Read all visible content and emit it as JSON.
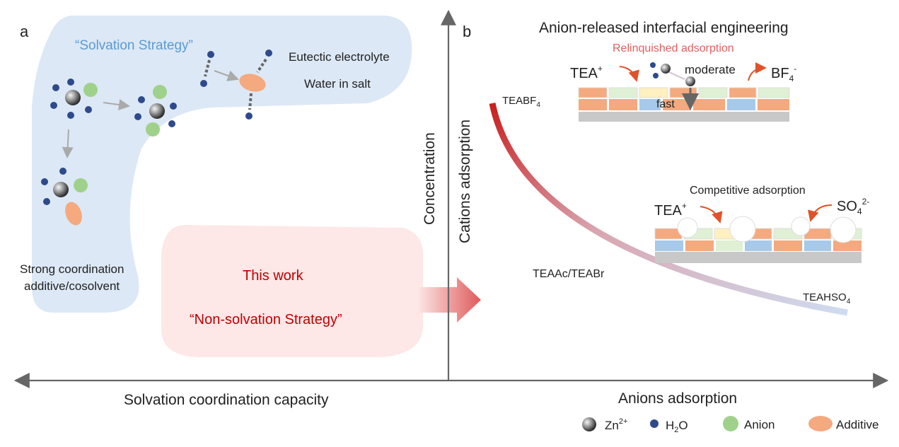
{
  "panel_a": {
    "letter": "a",
    "solvation_title": "“Solvation Strategy”",
    "eutectic": "Eutectic electrolyte",
    "water_in_salt": "Water in salt",
    "strong_coord_1": "Strong coordination",
    "strong_coord_2": "additive/cosolvent",
    "this_work": "This work",
    "non_solvation": "“Non-solvation Strategy”",
    "x_axis_label": "Solvation coordination capacity",
    "y_axis_label": "Concentration"
  },
  "panel_b": {
    "letter": "b",
    "title": "Anion-released interfacial engineering",
    "relinquished": "Relinquished adsorption",
    "tea_top": "TEA",
    "tea_top_sup": "+",
    "moderate": "moderate",
    "fast": "fast",
    "bf4": "BF",
    "bf4_sub": "4",
    "bf4_sup": "-",
    "teabf4": "TEABF",
    "teabf4_sub": "4",
    "competitive": "Competitive adsorption",
    "tea_bottom": "TEA",
    "tea_bottom_sup": "+",
    "so4": "SO",
    "so4_sub": "4",
    "so4_sup": "2-",
    "teaac": "TEAAc/TEABr",
    "teahso4": "TEAHSO",
    "teahso4_sub": "4",
    "y_axis_label": "Cations adsorption",
    "x_axis_label": "Anions adsorption"
  },
  "legend": {
    "zn": "Zn",
    "zn_sup": "2+",
    "h2o_h": "H",
    "h2o_sub": "2",
    "h2o_o": "O",
    "anion": "Anion",
    "additive": "Additive"
  },
  "colors": {
    "solvation_blob": "#dce8f5",
    "solvation_text": "#5a9bd5",
    "nonsolvation_blob": "#fde7e7",
    "nonsolvation_text": "#c00000",
    "water": "#2e4a8c",
    "anion": "#9fd18b",
    "additive": "#f4a97e",
    "axis": "#666666",
    "arrow_orange": "#e0522a",
    "relinquished": "#e06060"
  }
}
